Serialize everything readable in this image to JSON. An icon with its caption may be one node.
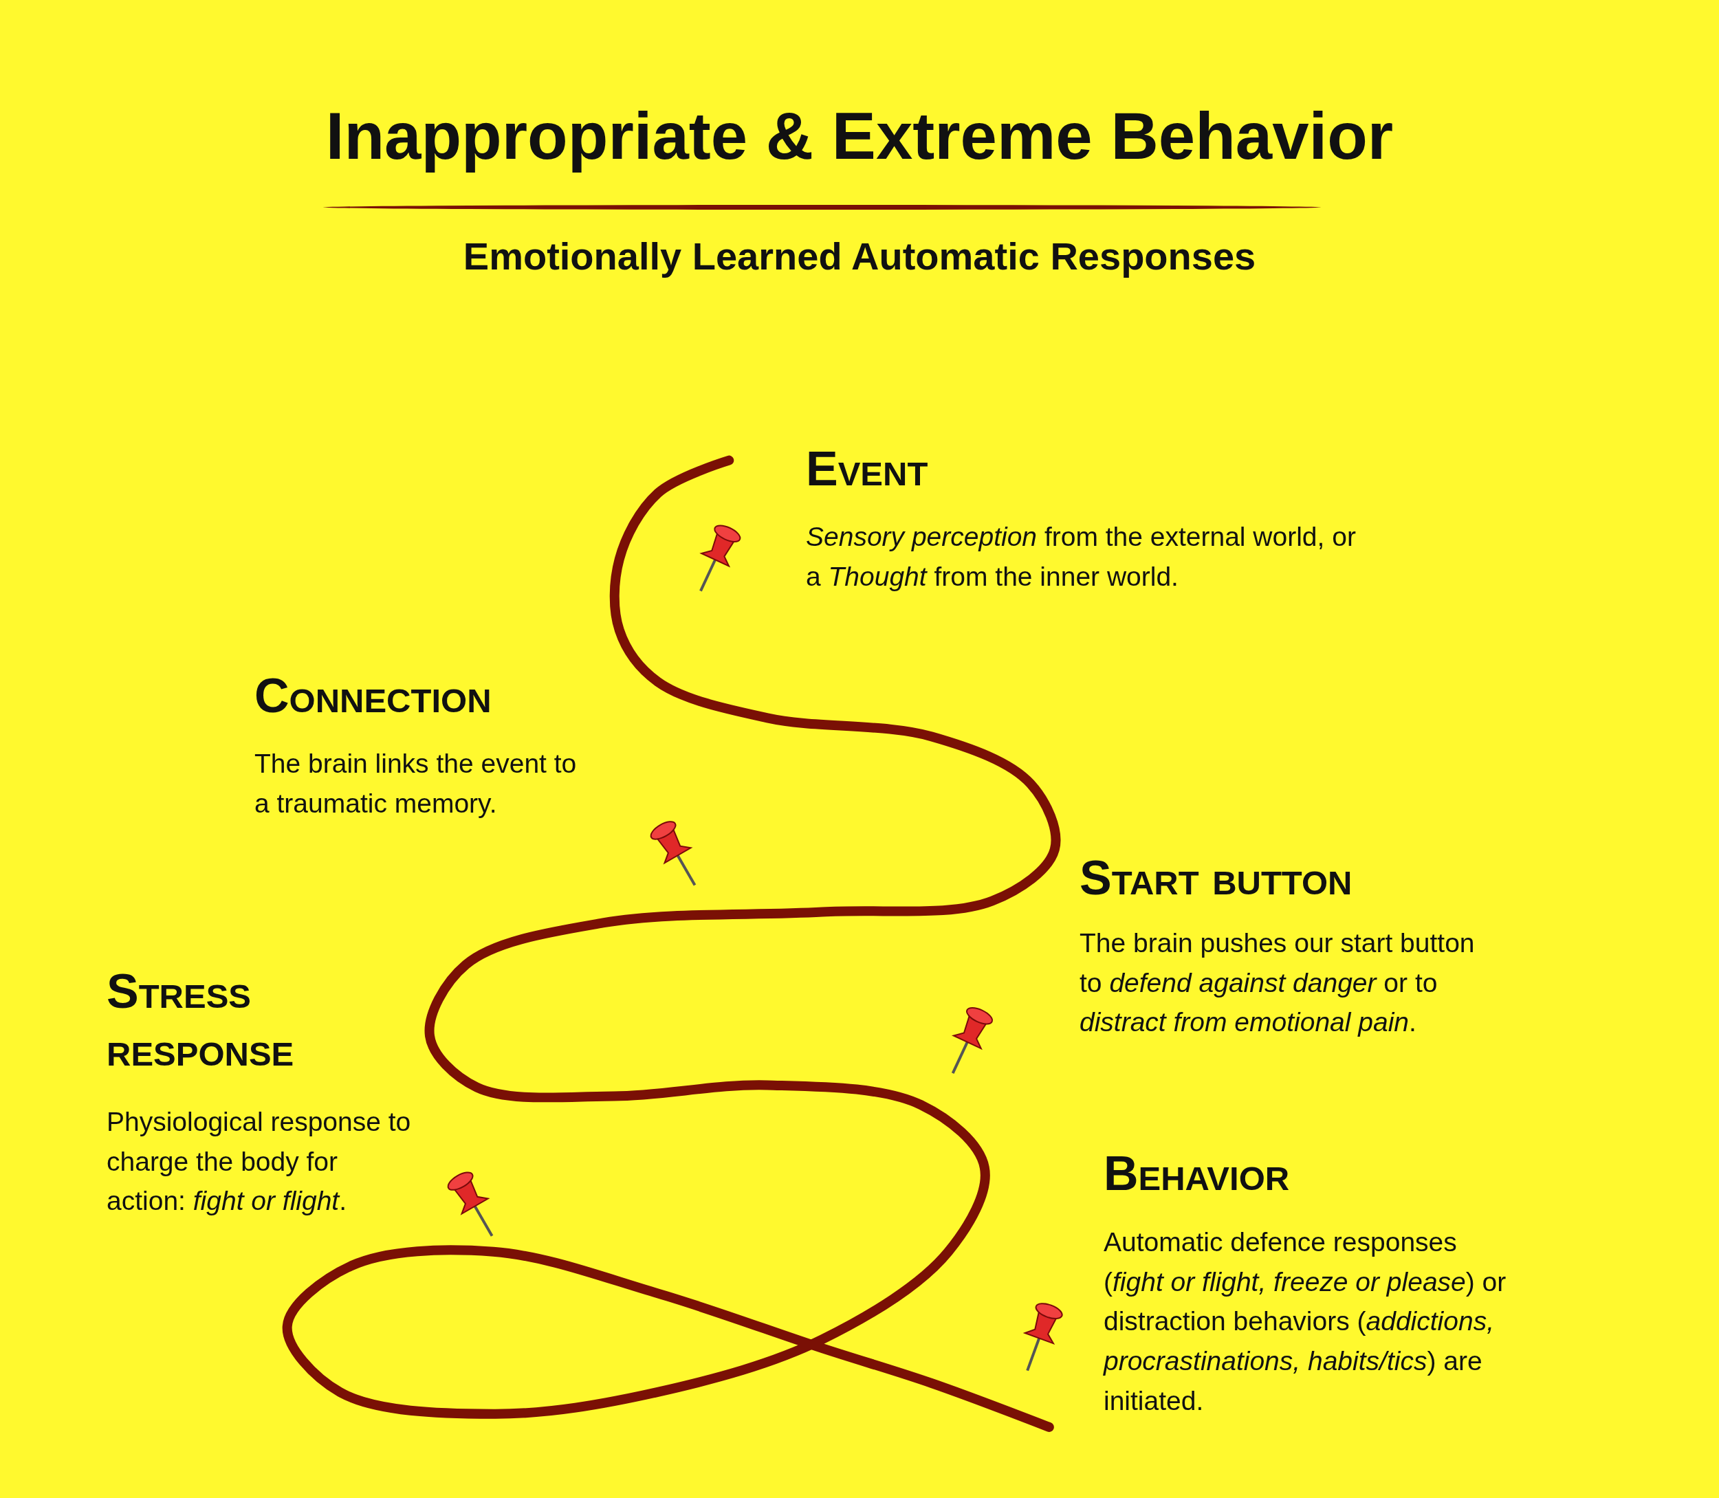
{
  "diagram": {
    "title": "Inappropriate & Extreme Behavior",
    "labels": [
      "Emotionally Learned Automatic Responses",
      "Event",
      "*Sensory perception* from the external world, or a *Thought* from the inner world.",
      "Connection",
      "The brain links the event to a traumatic memory.",
      "Start button",
      "The brain pushes our start button to *defend against danger* or to *distract from emotional pain*.",
      "Stress response",
      "Physiological response to charge the body for action: *fight or flight*.",
      "Behavior",
      "Automatic defence responses (*fight or flight, freeze or please*) or distraction behaviors (*addictions, procrastinations, habits/tics*) are initiated."
    ]
  }
}
